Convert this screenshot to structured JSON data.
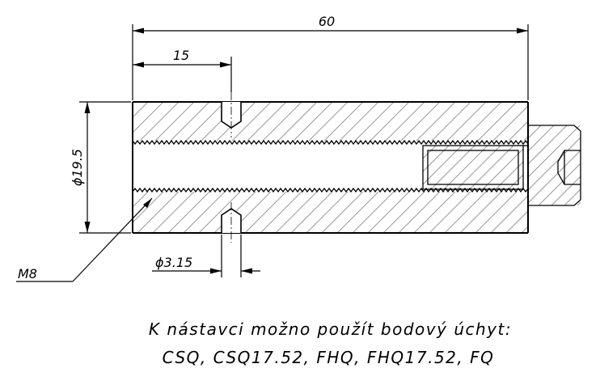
{
  "dimensions": {
    "overall_length": "60",
    "hole_offset": "15",
    "outer_diameter": "ϕ19.5",
    "hole_diameter": "ϕ3.15",
    "thread": "M8"
  },
  "note": {
    "line1": "K nástavci možno použít bodový úchyt:",
    "line2": "CSQ, CSQ17.52, FHQ, FHQ17.52, FQ"
  }
}
